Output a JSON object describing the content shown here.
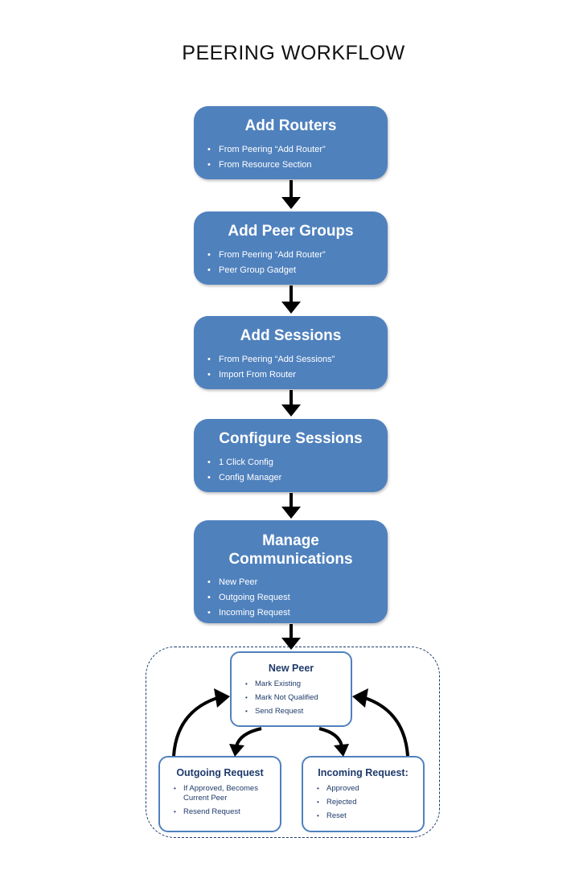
{
  "title": "PEERING WORKFLOW",
  "steps": [
    {
      "title": "Add Routers",
      "items": [
        "From  Peering “Add Router”",
        "From Resource Section"
      ]
    },
    {
      "title": "Add Peer Groups",
      "items": [
        "From  Peering “Add Router”",
        "Peer Group Gadget"
      ]
    },
    {
      "title": "Add Sessions",
      "items": [
        "From  Peering “Add Sessions”",
        "Import  From Router"
      ]
    },
    {
      "title": "Configure Sessions",
      "items": [
        "1 Click Config",
        "Config Manager"
      ]
    },
    {
      "title_line1": "Manage",
      "title_line2": "Communications",
      "items": [
        "New Peer",
        "Outgoing Request",
        "Incoming Request"
      ]
    }
  ],
  "substates": {
    "new_peer": {
      "title": "New Peer",
      "items": [
        "Mark Existing",
        "Mark Not Qualified",
        "Send Request"
      ]
    },
    "outgoing": {
      "title": "Outgoing Request",
      "items": [
        "If Approved, Becomes Current Peer",
        "Resend Request"
      ]
    },
    "incoming": {
      "title": "Incoming Request:",
      "items": [
        "Approved",
        "Rejected",
        "Reset"
      ]
    }
  },
  "colors": {
    "box": "#4f81bd",
    "dark_blue": "#1f3a6a",
    "arrow": "#000000"
  }
}
